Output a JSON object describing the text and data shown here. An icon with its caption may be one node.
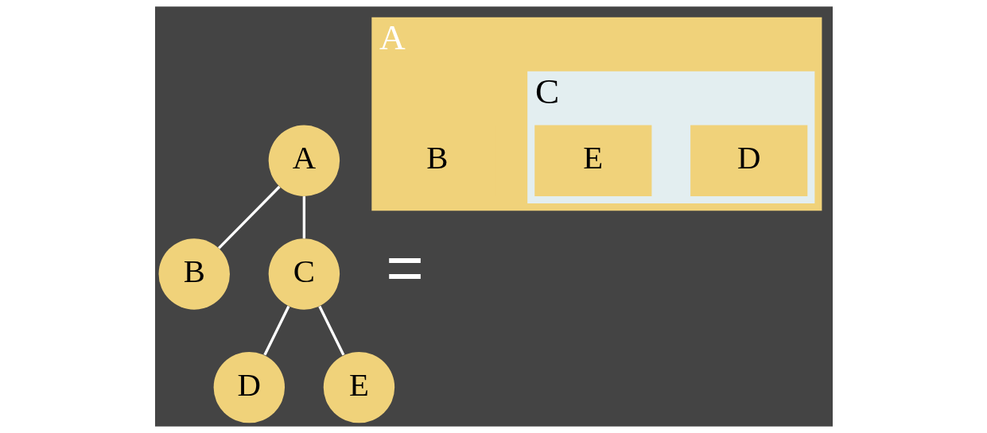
{
  "diagram": {
    "nodes": [
      {
        "text": [
          "A"
        ]
      },
      {
        "text": [
          "B"
        ]
      },
      {
        "text": [
          "C"
        ]
      },
      {
        "text": [
          "D"
        ]
      },
      {
        "text": [
          "E"
        ]
      },
      {
        "text": [
          "A"
        ]
      },
      {
        "text": [
          "B"
        ],
        "in": 5
      },
      {
        "text": [
          "C"
        ],
        "in": 5
      },
      {
        "text": [
          "D"
        ],
        "in": 7
      },
      {
        "text": [
          "E"
        ],
        "in": 7
      }
    ],
    "edges": [
      {
        "from": 0,
        "to": 1,
        "arrow": "none"
      },
      {
        "from": 0,
        "to": 2,
        "arrow": "none"
      },
      {
        "from": 2,
        "to": 3,
        "arrow": "none"
      },
      {
        "from": 2,
        "to": 4,
        "arrow": "none"
      }
    ],
    "labels": [
      "="
    ]
  }
}
